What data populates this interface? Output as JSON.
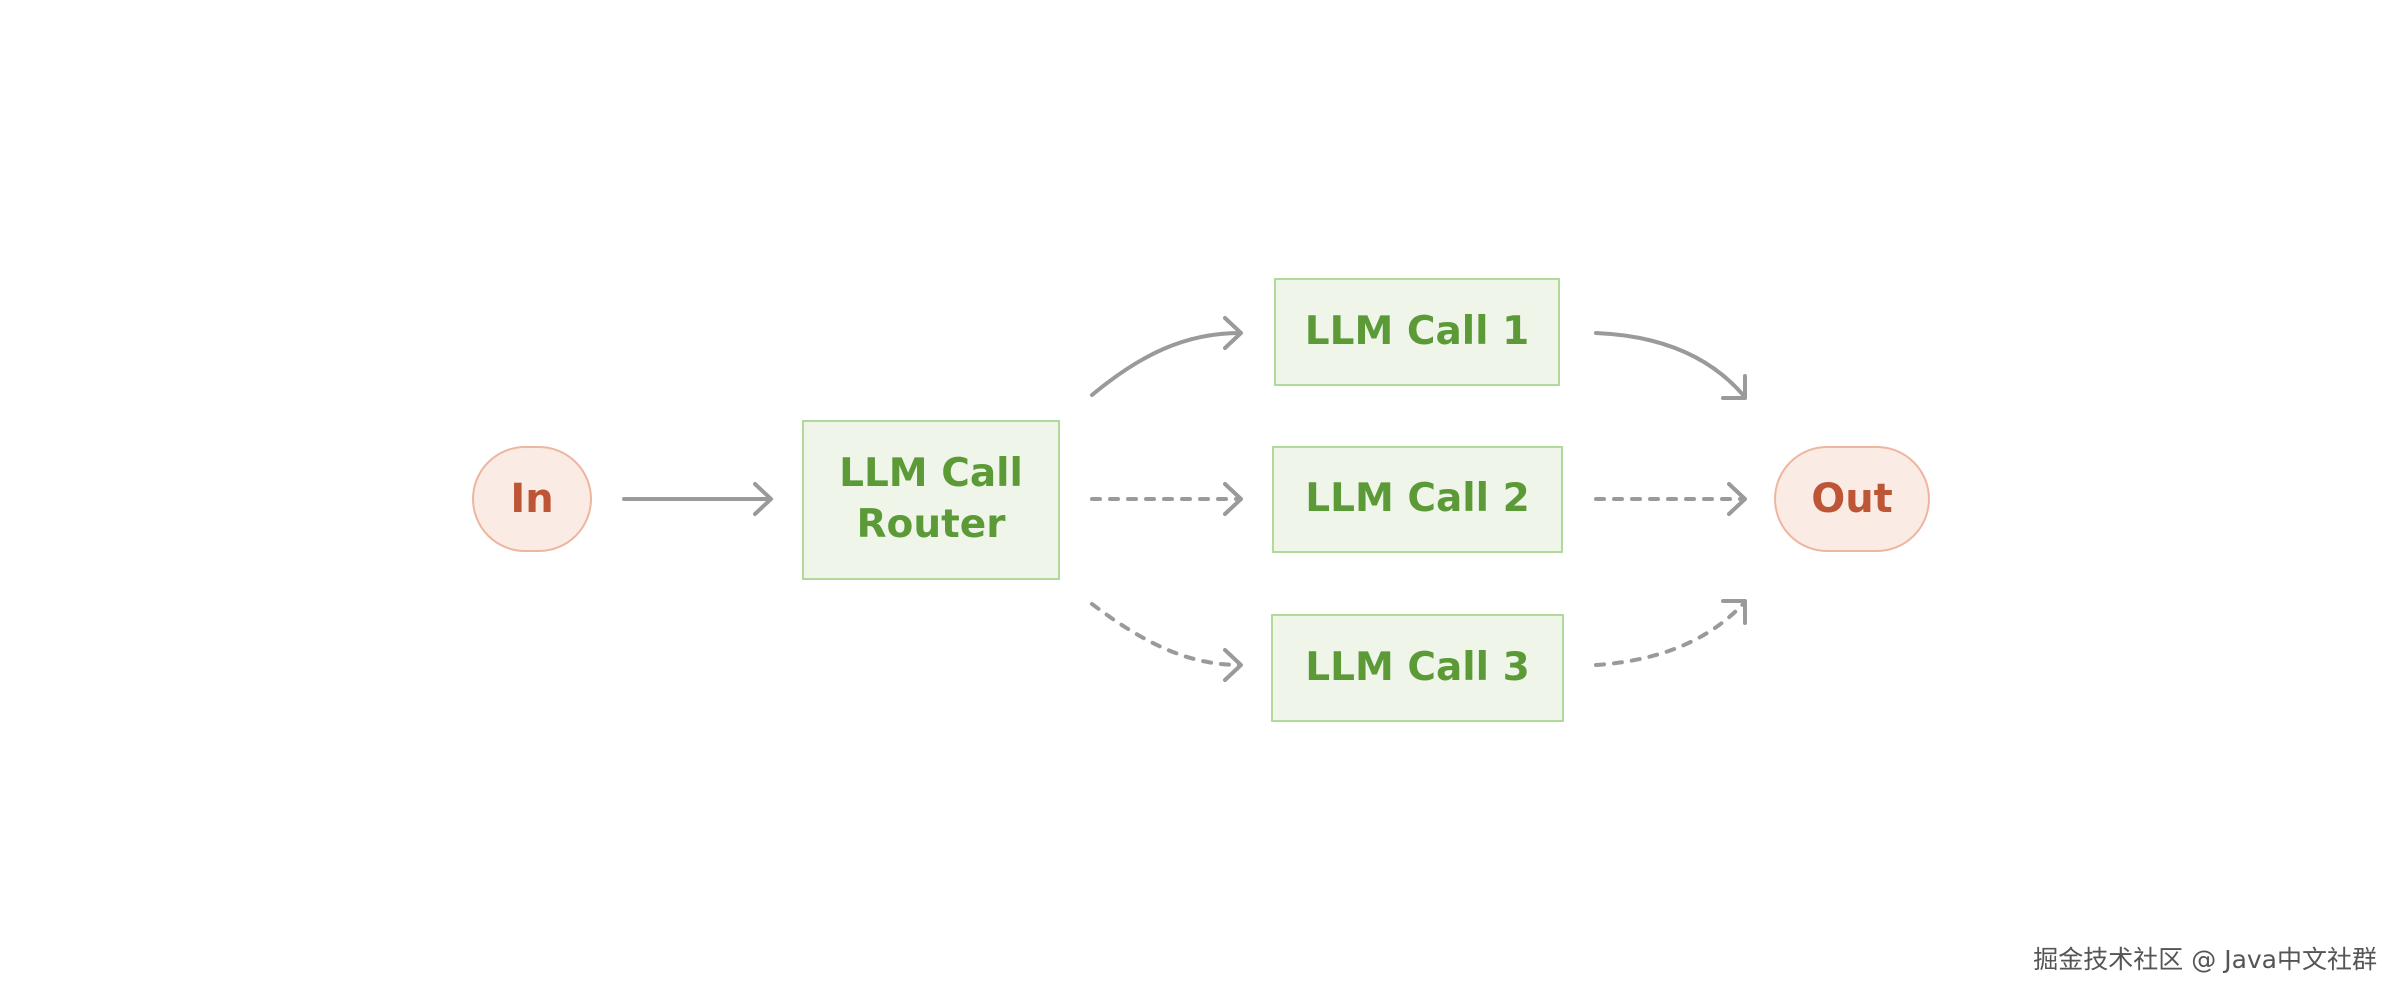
{
  "nodes": {
    "input": "In",
    "output": "Out",
    "router_line1": "LLM Call",
    "router_line2": "Router",
    "call1": "LLM Call 1",
    "call2": "LLM Call 2",
    "call3": "LLM Call 3"
  },
  "edges": [
    {
      "from": "In",
      "to": "LLM Call Router",
      "style": "solid"
    },
    {
      "from": "LLM Call Router",
      "to": "LLM Call 1",
      "style": "solid"
    },
    {
      "from": "LLM Call Router",
      "to": "LLM Call 2",
      "style": "dashed"
    },
    {
      "from": "LLM Call Router",
      "to": "LLM Call 3",
      "style": "dashed"
    },
    {
      "from": "LLM Call 1",
      "to": "Out",
      "style": "solid"
    },
    {
      "from": "LLM Call 2",
      "to": "Out",
      "style": "dashed"
    },
    {
      "from": "LLM Call 3",
      "to": "Out",
      "style": "dashed"
    }
  ],
  "colors": {
    "terminal_fill": "#fbebe5",
    "terminal_border": "#eeb69f",
    "terminal_text": "#bd5636",
    "llm_fill": "#eff5e9",
    "llm_border": "#b1d99c",
    "llm_text": "#5b9a37",
    "arrow": "#9a9a9a"
  },
  "watermark": "掘金技术社区 @ Java中文社群"
}
